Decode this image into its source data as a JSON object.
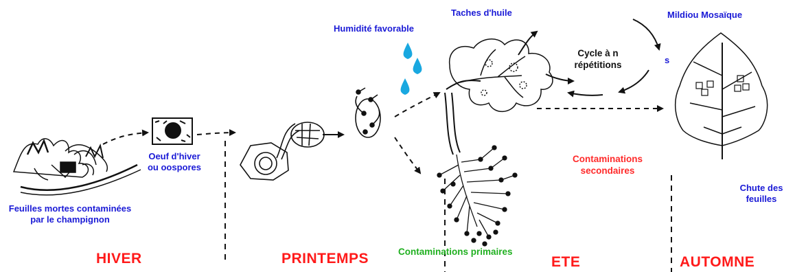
{
  "labels": {
    "feuilles_mortes_l1": "Feuilles mortes contaminées",
    "feuilles_mortes_l2": "par le champignon",
    "oeuf_l1": "Oeuf d'hiver",
    "oeuf_l2": "ou oospores",
    "humidite": "Humidité favorable",
    "taches": "Taches d'huile",
    "cycle_l1": "Cycle à n",
    "cycle_l2": "répétitions",
    "mildiou": "Mildiou Mosaïque",
    "stray_s": "s",
    "contam_sec_l1": "Contaminations",
    "contam_sec_l2": "secondaires",
    "chute_l1": "Chute des",
    "chute_l2": "feuilles",
    "contam_prim": "Contaminations primaires"
  },
  "seasons": {
    "hiver": "HIVER",
    "printemps": "PRINTEMPS",
    "ete": "ETE",
    "automne": "AUTOMNE"
  },
  "colors": {
    "season": "#ff1a1a",
    "blue_label": "#1a1ad6",
    "red_label": "#ff2a2a",
    "green_label": "#20b020",
    "drop": "#19a8e0",
    "ink": "#111111"
  }
}
